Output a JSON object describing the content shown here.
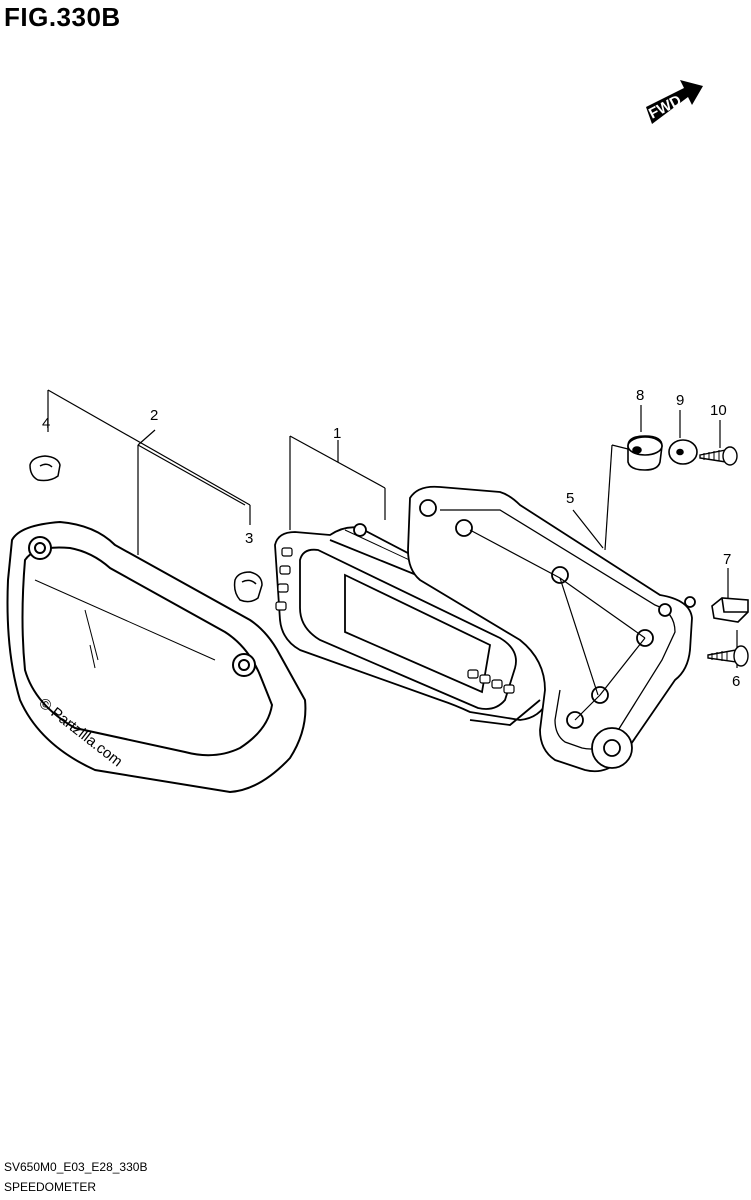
{
  "figure": {
    "title": "FIG.330B",
    "fwd_label": "FWD"
  },
  "callouts": [
    "1",
    "2",
    "3",
    "4",
    "5",
    "6",
    "7",
    "8",
    "9",
    "10"
  ],
  "watermark": "© Partzilla.com",
  "footer": {
    "code": "SV650M0_E03_E28_330B",
    "name": "SPEEDOMETER"
  }
}
